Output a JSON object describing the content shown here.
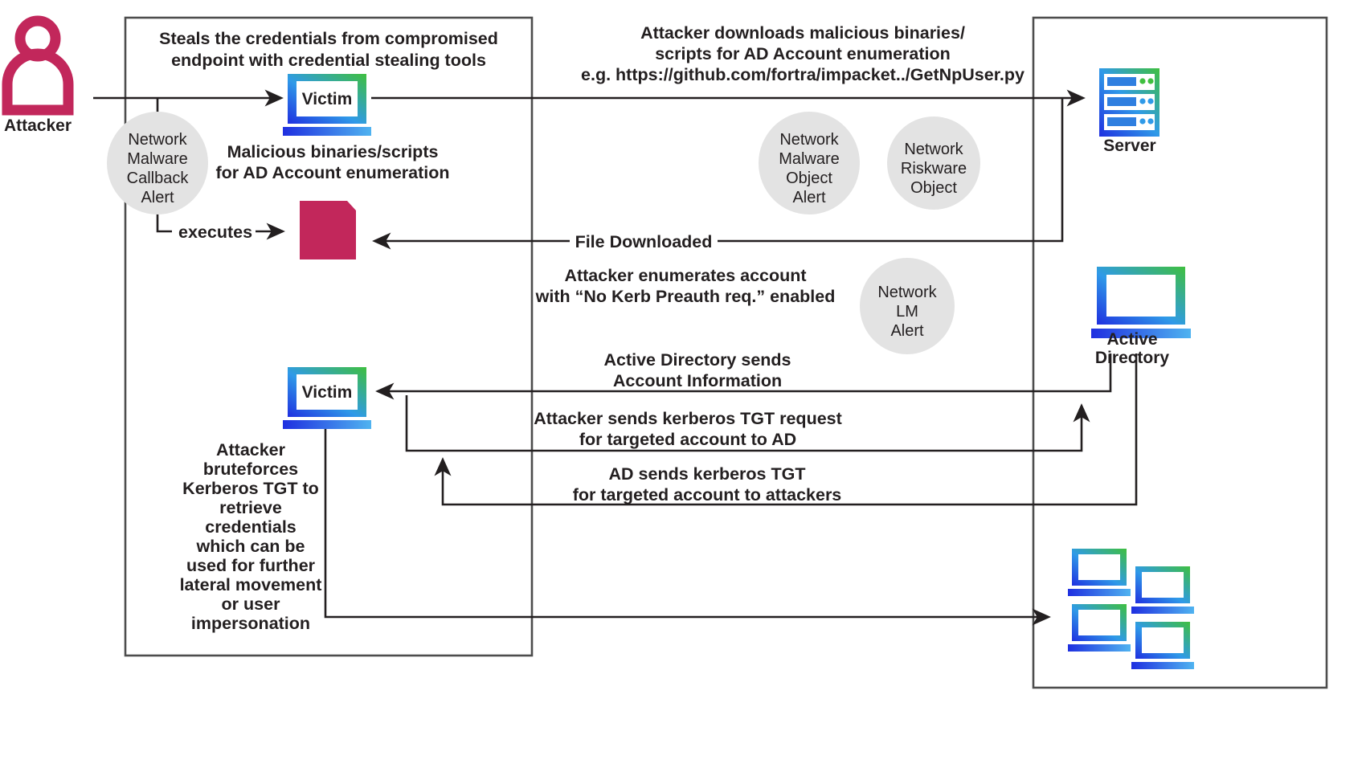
{
  "diagram": {
    "title": "AS-REP Roasting / Kerberos TGT attack flow",
    "colors": {
      "attacker": "#c2275b",
      "file": "#c2275b",
      "gradient_start": "#1f2fe0",
      "gradient_mid": "#2f9ae8",
      "gradient_end": "#3fbf3f",
      "ellipse_fill": "#e3e3e3",
      "frame_stroke": "#4d4d4d",
      "line": "#231f20",
      "text": "#231f20"
    },
    "actors": {
      "attacker_label": "Attacker",
      "victim_top_label": "Victim",
      "victim_bottom_label": "Victim",
      "server_label": "Server",
      "active_directory_label_line1": "Active",
      "active_directory_label_line2": "Directory"
    },
    "annotations": {
      "steals_credentials": {
        "line1": "Steals the credentials from compromised",
        "line2": "endpoint with credential stealing tools"
      },
      "attacker_downloads": {
        "line1": "Attacker downloads malicious binaries/",
        "line2": "scripts for AD Account enumeration",
        "line3": "e.g. https://github.com/fortra/impacket../GetNpUser.py"
      },
      "malicious_binaries": {
        "line1": "Malicious binaries/scripts",
        "line2": "for AD Account enumeration"
      },
      "executes": "executes",
      "file_downloaded": "File Downloaded",
      "enumerates_account": {
        "line1": "Attacker enumerates account",
        "line2": "with “No Kerb Preauth req.” enabled"
      },
      "ad_sends_account_info": {
        "line1": "Active Directory sends",
        "line2": "Account Information"
      },
      "attacker_sends_tgt_request": {
        "line1": "Attacker sends kerberos TGT request",
        "line2": "for targeted account to AD"
      },
      "ad_sends_tgt": {
        "line1": "AD sends kerberos TGT",
        "line2": "for targeted account to attackers"
      },
      "bruteforce": {
        "line1": "Attacker",
        "line2": "bruteforces",
        "line3": "Kerberos TGT to",
        "line4": "retrieve",
        "line5": "credentials",
        "line6": "which can be",
        "line7": "used for further",
        "line8": "lateral movement",
        "line9": "or user",
        "line10": "impersonation"
      }
    },
    "alerts": [
      {
        "id": "network-malware-callback-alert",
        "lines": [
          "Network",
          "Malware",
          "Callback",
          "Alert"
        ]
      },
      {
        "id": "network-malware-object-alert",
        "lines": [
          "Network",
          "Malware",
          "Object",
          "Alert"
        ]
      },
      {
        "id": "network-riskware-object",
        "lines": [
          "Network",
          "Riskware",
          "Object"
        ]
      },
      {
        "id": "network-lm-alert",
        "lines": [
          "Network",
          "LM",
          "Alert"
        ]
      }
    ]
  }
}
